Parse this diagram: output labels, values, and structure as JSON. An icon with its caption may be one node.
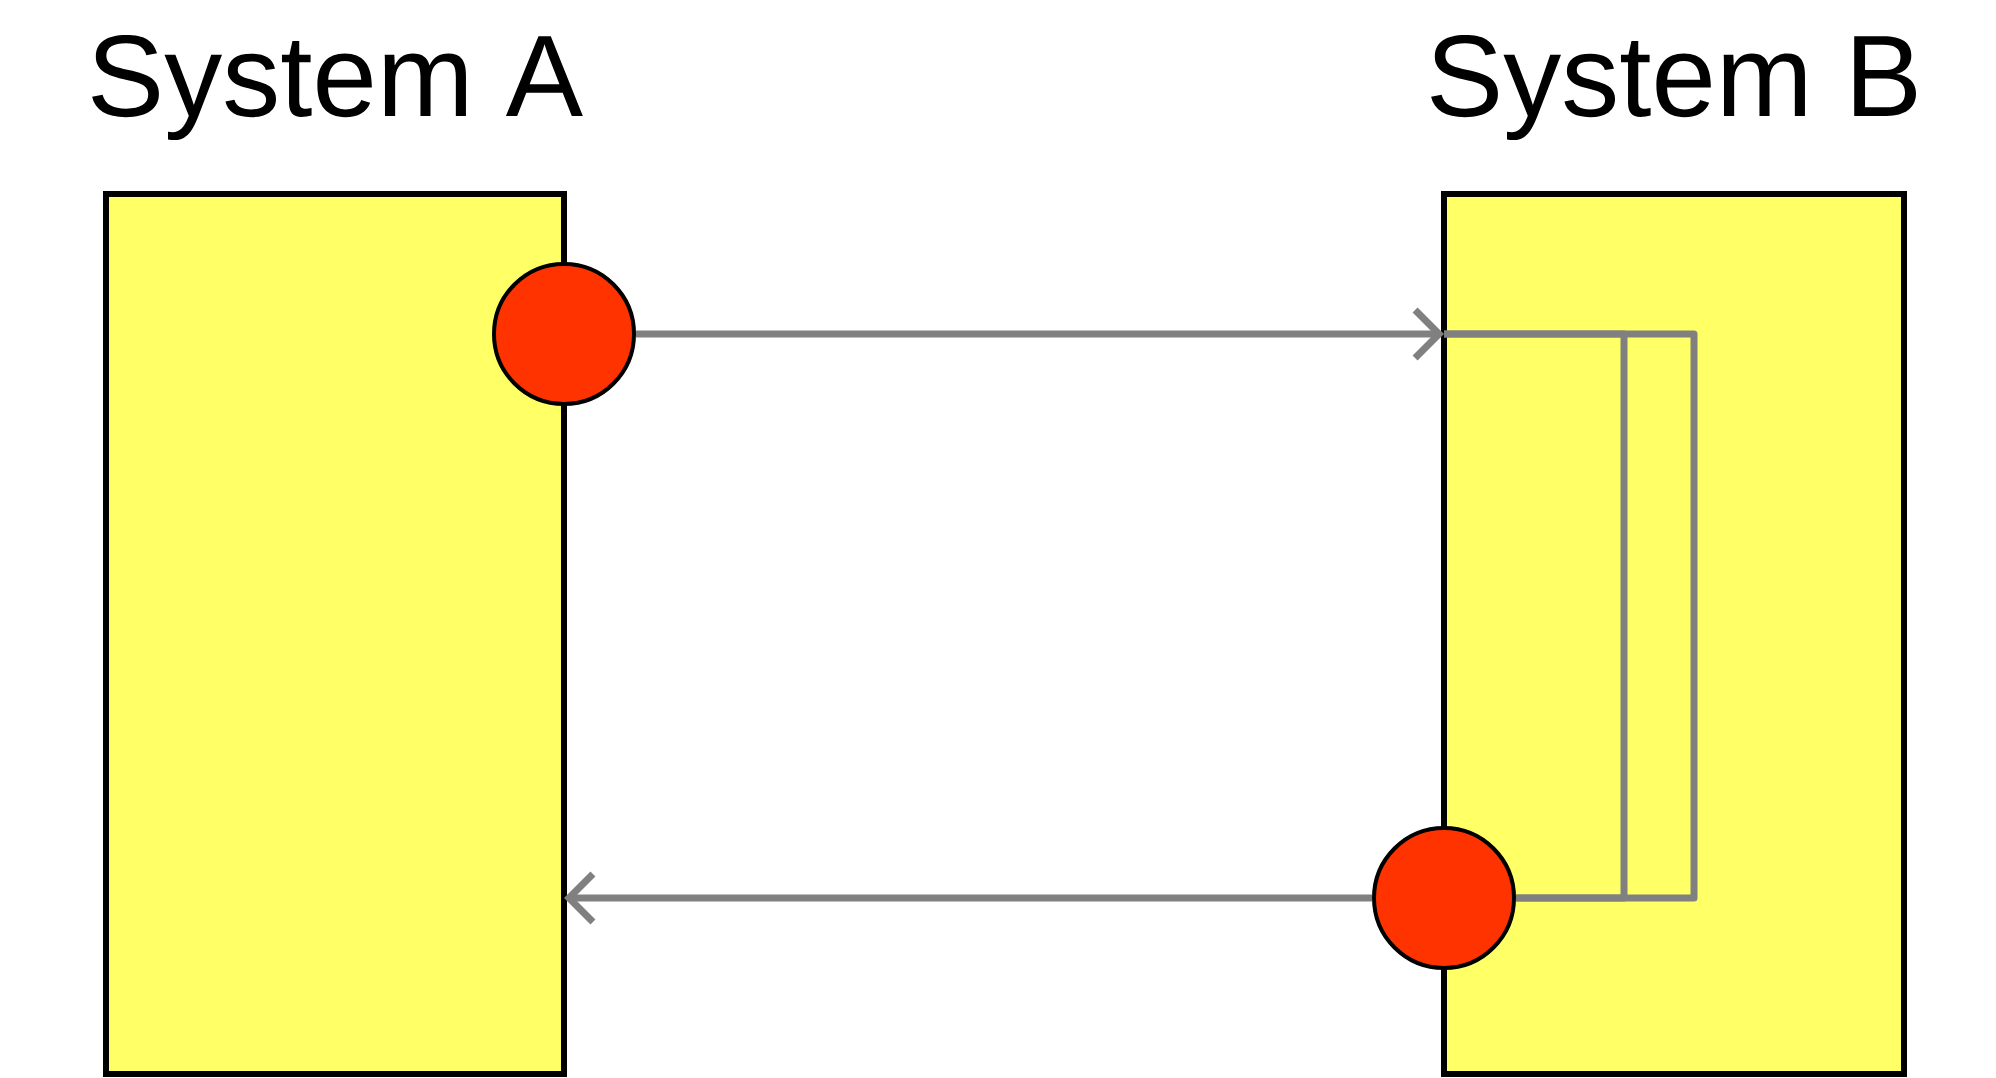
{
  "diagram": {
    "nodes": [
      {
        "text": [
          "System A"
        ]
      },
      {
        "text": [
          "System B"
        ]
      },
      {
        "text": [],
        "shape": "circle"
      },
      {
        "text": [],
        "shape": "circle"
      }
    ],
    "edges": [
      {
        "from": 2,
        "to": 1,
        "arrow": "to"
      },
      {
        "from": 3,
        "to": 0,
        "arrow": "to"
      },
      {
        "from": 1,
        "to": 3,
        "arrow": "none"
      },
      {
        "from": 1,
        "to": 3,
        "arrow": "none"
      }
    ]
  }
}
